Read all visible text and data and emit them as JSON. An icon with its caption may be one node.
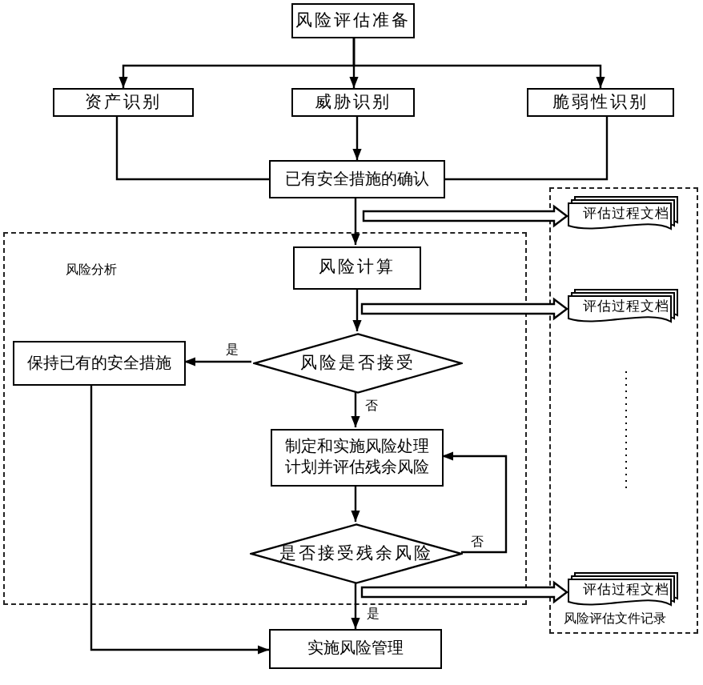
{
  "diagram": {
    "nodes": [
      {
        "text": [
          "风险评估准备"
        ]
      },
      {
        "text": [
          "资产识别"
        ]
      },
      {
        "text": [
          "威胁识别"
        ]
      },
      {
        "text": [
          "脆弱性识别"
        ]
      },
      {
        "text": [
          "已有安全措施的确认"
        ]
      },
      {
        "text": [
          "风险分析"
        ]
      },
      {
        "text": [
          "风险计算"
        ],
        "in": 5
      },
      {
        "text": [
          "风险是否接受"
        ],
        "in": 5
      },
      {
        "text": [
          "保持已有的安全措施"
        ],
        "in": 5
      },
      {
        "text": [
          "制定和实施风险处理计划并评估残余风险"
        ],
        "in": 5
      },
      {
        "text": [
          "是否接受残余风险"
        ],
        "in": 5
      },
      {
        "text": [
          "实施风险管理"
        ]
      },
      {
        "text": [
          "风险评估文件记录"
        ]
      },
      {
        "text": [
          "评估过程文档"
        ],
        "in": 12
      },
      {
        "text": [
          "评估过程文档"
        ],
        "in": 12
      },
      {
        "text": [
          "评估过程文档"
        ],
        "in": 12
      }
    ],
    "edges": [
      {
        "from": 0,
        "to": 1,
        "arrow": "to"
      },
      {
        "from": 0,
        "to": 2,
        "arrow": "to"
      },
      {
        "from": 0,
        "to": 3,
        "arrow": "to"
      },
      {
        "from": 1,
        "to": 4,
        "arrow": "none"
      },
      {
        "from": 2,
        "to": 4,
        "arrow": "to"
      },
      {
        "from": 3,
        "to": 4,
        "arrow": "none"
      },
      {
        "from": 4,
        "to": 6,
        "arrow": "to"
      },
      {
        "from": 4,
        "to": 13,
        "arrow": "to",
        "style": "thick"
      },
      {
        "from": 6,
        "to": 7,
        "arrow": "to"
      },
      {
        "from": 6,
        "to": 14,
        "arrow": "to",
        "style": "thick"
      },
      {
        "from": 7,
        "to": 8,
        "arrow": "to",
        "label": "是"
      },
      {
        "from": 7,
        "to": 9,
        "arrow": "to",
        "label": "否"
      },
      {
        "from": 9,
        "to": 10,
        "arrow": "to"
      },
      {
        "from": 10,
        "to": 9,
        "arrow": "to",
        "label": "否"
      },
      {
        "from": 10,
        "to": 11,
        "arrow": "to",
        "label": "是"
      },
      {
        "from": 10,
        "to": 15,
        "arrow": "to",
        "style": "thick"
      },
      {
        "from": 8,
        "to": 11,
        "arrow": "to"
      }
    ]
  }
}
